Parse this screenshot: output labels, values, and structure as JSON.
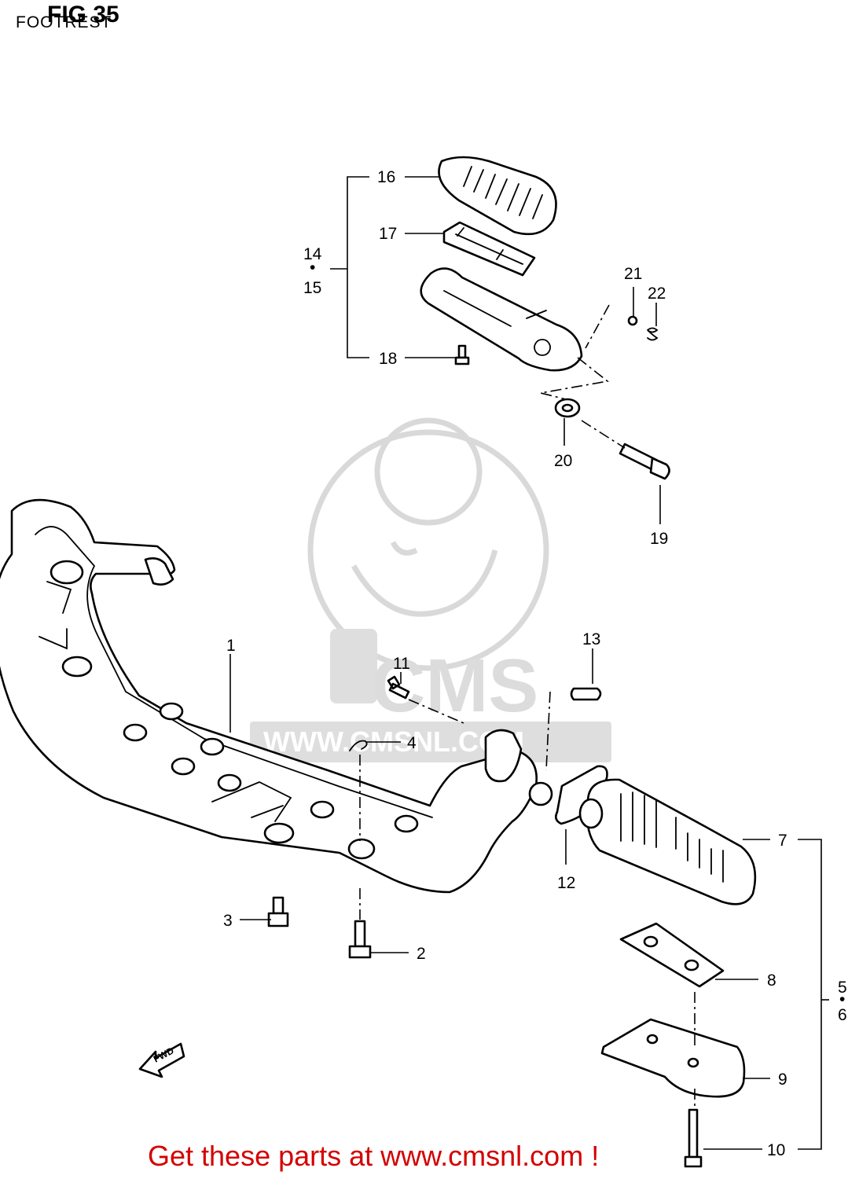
{
  "figure": {
    "title": "FIG 35",
    "subtitle": "FOOTREST"
  },
  "callouts": {
    "c1": "1",
    "c2": "2",
    "c3": "3",
    "c4": "4",
    "c5": "5",
    "c5_dot": "•",
    "c6": "6",
    "c7": "7",
    "c8": "8",
    "c9": "9",
    "c10": "10",
    "c11": "11",
    "c12": "12",
    "c13": "13",
    "c14": "14",
    "c14_dot": "•",
    "c15": "15",
    "c16": "16",
    "c17": "17",
    "c18": "18",
    "c19": "19",
    "c20": "20",
    "c21": "21",
    "c22": "22"
  },
  "watermark": {
    "brand": "CMS",
    "url": "WWW.CMSNL.COM"
  },
  "direction_arrow_label": "FWD",
  "footer_link": "Get these parts at www.cmsnl.com !",
  "colors": {
    "line": "#000000",
    "background": "#ffffff",
    "watermark": "#d9d9d9",
    "footer": "#d40000"
  }
}
